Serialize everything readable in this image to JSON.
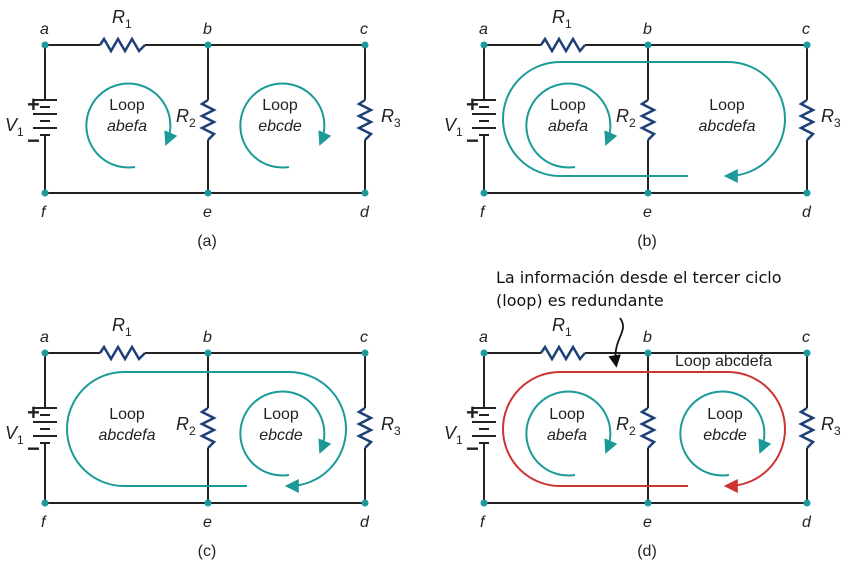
{
  "colors": {
    "wire": "#222222",
    "resistor": "#1f3f77",
    "node": "#1c9a9a",
    "loop_arrow": "#1c9a9a",
    "redundant_loop": "#cc3333",
    "text": "#222222"
  },
  "nodes": {
    "a": "a",
    "b": "b",
    "c": "c",
    "d": "d",
    "e": "e",
    "f": "f"
  },
  "components": {
    "R1": {
      "main": "R",
      "sub": "1"
    },
    "R2": {
      "main": "R",
      "sub": "2"
    },
    "R3": {
      "main": "R",
      "sub": "3"
    },
    "V1": {
      "main": "V",
      "sub": "1"
    }
  },
  "polarity": {
    "plus": "+",
    "minus": "−"
  },
  "loop_word": "Loop",
  "loop_names": {
    "abefa": "abefa",
    "ebcde": "ebcde",
    "abcdefa": "abcdefa"
  },
  "panels": [
    {
      "id": "a",
      "caption": "(a)",
      "loops": [
        "abefa",
        "ebcde"
      ]
    },
    {
      "id": "b",
      "caption": "(b)",
      "loops": [
        "abefa",
        "abcdefa"
      ]
    },
    {
      "id": "c",
      "caption": "(c)",
      "loops": [
        "abcdefa",
        "ebcde"
      ]
    },
    {
      "id": "d",
      "caption": "(d)",
      "loops": [
        "abefa",
        "ebcde",
        "abcdefa"
      ],
      "redundant_loop": "abcdefa"
    }
  ],
  "annotation": {
    "line1": "La información desde el tercer ciclo",
    "line2": "(loop) es redundante",
    "loop_label": "Loop abcdefa"
  }
}
